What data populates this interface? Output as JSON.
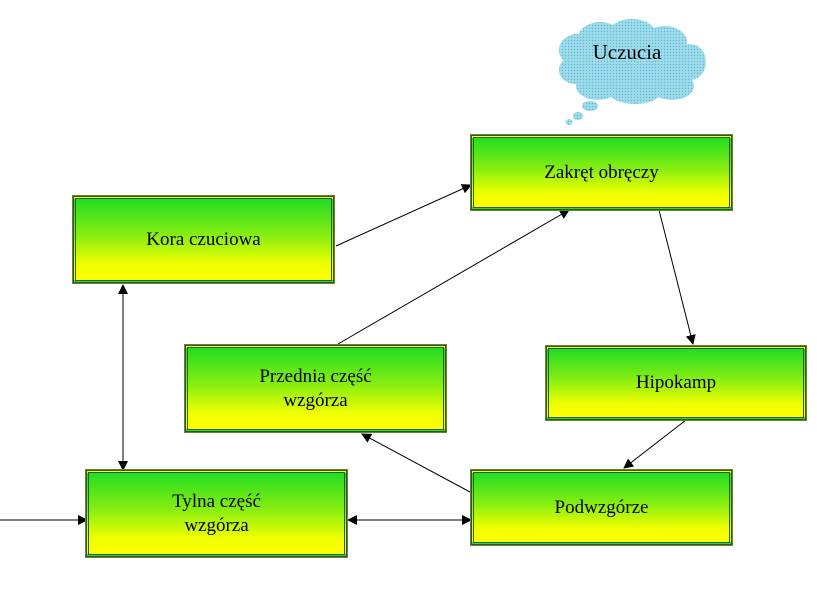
{
  "nodes": {
    "kora": "Kora czuciowa",
    "zakret": "Zakręt obręczy",
    "przednia": "Przednia część\nwzgórza",
    "hipokamp": "Hipokamp",
    "tylna": "Tylna część\nwzgórza",
    "podwzgorze": "Podwzgórze"
  },
  "cloud": {
    "label": "Uczucia"
  },
  "colors": {
    "box_top": "#22dd22",
    "box_bottom": "#ffff00",
    "cloud_fill": "#87d4e8",
    "border": "#2b5a1e"
  }
}
